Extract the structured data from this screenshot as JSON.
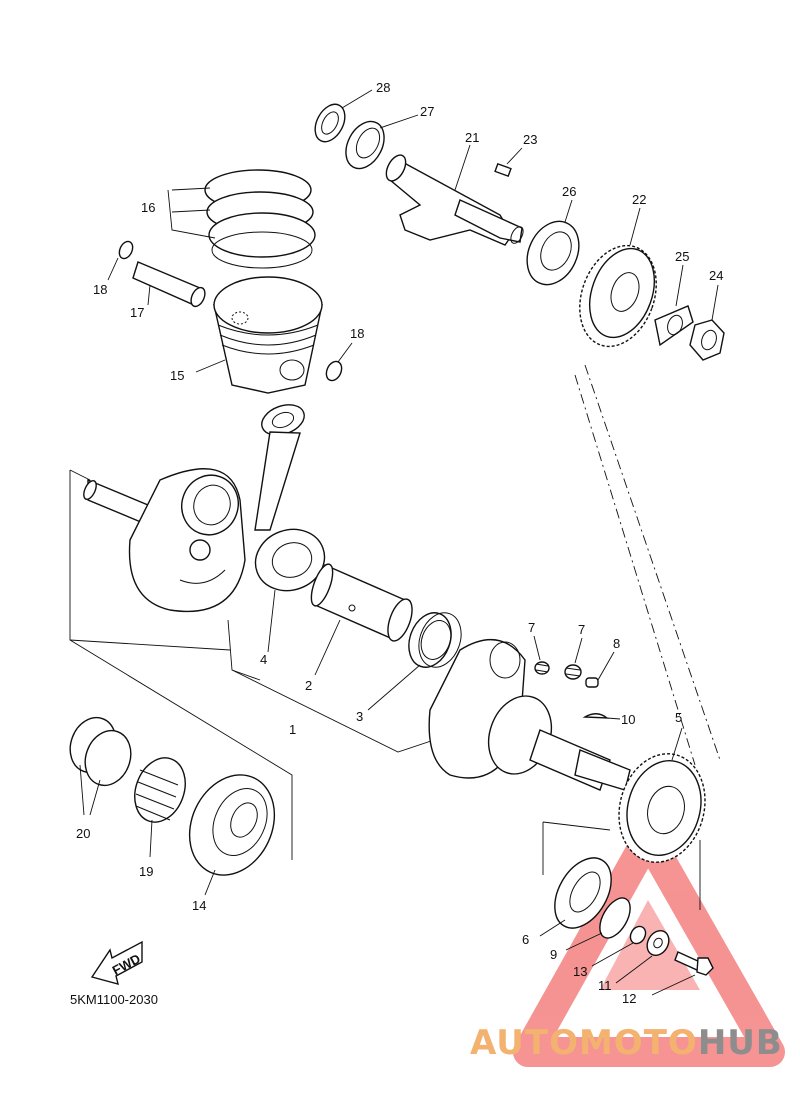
{
  "diagram": {
    "part_code": "5KM1100-2030",
    "direction_tag": "FWD",
    "callouts": {
      "c28": "28",
      "c27": "27",
      "c21": "21",
      "c23": "23",
      "c26": "26",
      "c22": "22",
      "c25": "25",
      "c24": "24",
      "c16": "16",
      "c18a": "18",
      "c17": "17",
      "c18b": "18",
      "c15": "15",
      "c4": "4",
      "c2": "2",
      "c1": "1",
      "c3": "3",
      "c7a": "7",
      "c7b": "7",
      "c8": "8",
      "c10": "10",
      "c5": "5",
      "c20": "20",
      "c19": "19",
      "c14": "14",
      "c6": "6",
      "c9": "9",
      "c13": "13",
      "c11": "11",
      "c12": "12"
    }
  },
  "watermark": {
    "part1": "AUTOMOTO",
    "part2": "HUB",
    "color1": "#f3b26f",
    "color2": "#8d8d8d",
    "triangle_color": "#ee3b3b"
  }
}
